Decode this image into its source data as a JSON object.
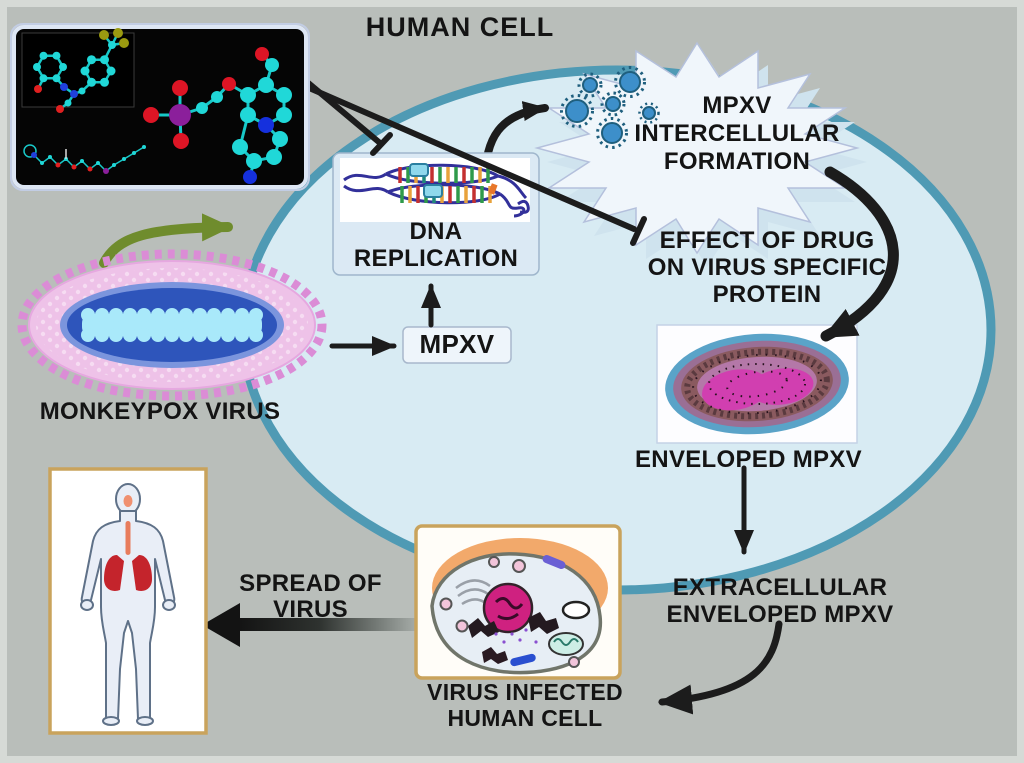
{
  "labels": {
    "human_cell": "HUMAN CELL",
    "formation_lines": [
      "MPXV",
      "INTERCELLULAR",
      "FORMATION"
    ],
    "dna_replication_lines": [
      "DNA",
      "REPLICATION"
    ],
    "mpxv_box": "MPXV",
    "effect_lines": [
      "EFFECT OF DRUG",
      "ON VIRUS SPECIFIC",
      "PROTEIN"
    ],
    "monkeypox": "MONKEYPOX VIRUS",
    "enveloped": "ENVELOPED MPXV",
    "extracellular_lines": [
      "EXTRACELLULAR",
      "ENVELOPED MPXV"
    ],
    "infected_lines": [
      "VIRUS INFECTED",
      "HUMAN CELL"
    ],
    "spread_lines": [
      "SPREAD OF",
      "VIRUS"
    ]
  },
  "colors": {
    "background": "#b9beba",
    "figure_edge": "#d6dad6",
    "cell_fill": "#d8ebf3",
    "cell_membrane": "#4f9ab4",
    "starburst_fill": "#f0f6fb",
    "starburst_stroke": "#b4c0dc",
    "starburst_back": "#cfe3ee",
    "arrow_black": "#1c1c1c",
    "arrow_green": "#6f8c2d",
    "virus_particle_blue": "#3d8fca",
    "monkeypox_pink": "#eec2e8",
    "monkeypox_core_blue": "#2e55bb",
    "monkeypox_core_cyan": "#a9e9fa",
    "enveloped_magenta": "#d13fb0",
    "frame_tan": "#c9a35c",
    "lungs_red": "#c4242c",
    "text": "#141414"
  }
}
